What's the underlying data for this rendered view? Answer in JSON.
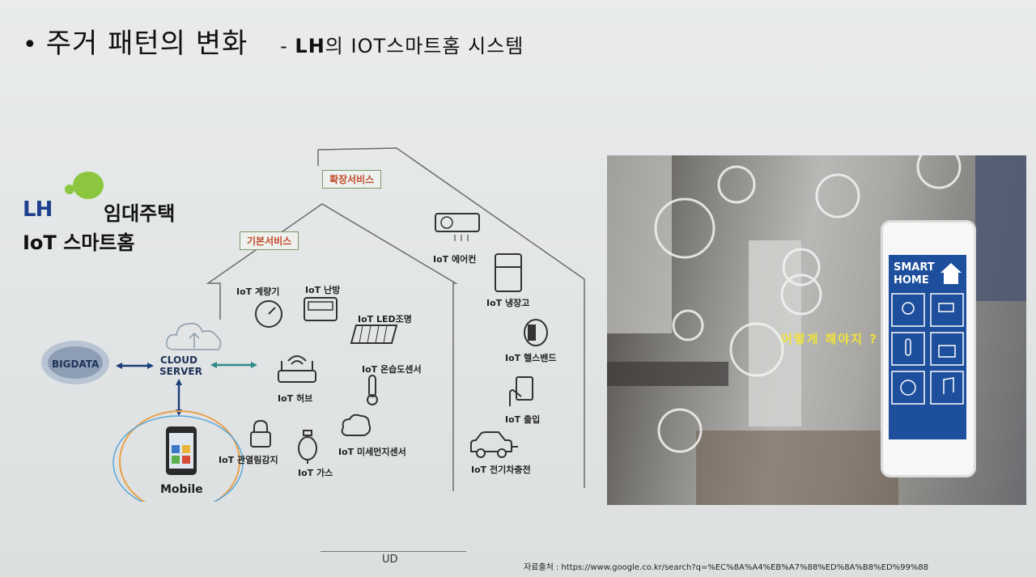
{
  "title": {
    "bullet": "•",
    "main": "주거 패턴의 변화",
    "dash": "-",
    "lh": "LH",
    "rest": "의 IOT스마트홈 시스템"
  },
  "logo": {
    "lh": "LH",
    "line1": "임대주택",
    "line2": "IoT 스마트홈"
  },
  "diagram": {
    "tag_basic": "기본서비스",
    "tag_extended": "확장서비스",
    "bigdata": "BIGDATA",
    "cloud_line1": "CLOUD",
    "cloud_line2": "SERVER",
    "mobile": "Mobile",
    "labels": {
      "meter": "IoT 계량기",
      "heating": "IoT 난방",
      "led": "IoT LED조명",
      "hub": "IoT 허브",
      "thermo": "IoT 온습도센서",
      "lock": "IoT 관열림감지",
      "gas": "IoT 가스",
      "dust": "IoT 미세먼지센서",
      "aircon": "IoT 에어컨",
      "fridge": "IoT 냉장고",
      "health": "IoT 헬스밴드",
      "entry": "IoT 출입",
      "ev": "IoT 전기차충전"
    }
  },
  "photo": {
    "overlay": "어떻게 해야지 ? ?",
    "smart_line1": "SMART",
    "smart_line2": "HOME"
  },
  "footer": {
    "ud": "UD",
    "source": "자료출처 : https://www.google.co.kr/search?q=%EC%8A%A4%EB%A7%88%ED%8A%B8%ED%99%88"
  }
}
